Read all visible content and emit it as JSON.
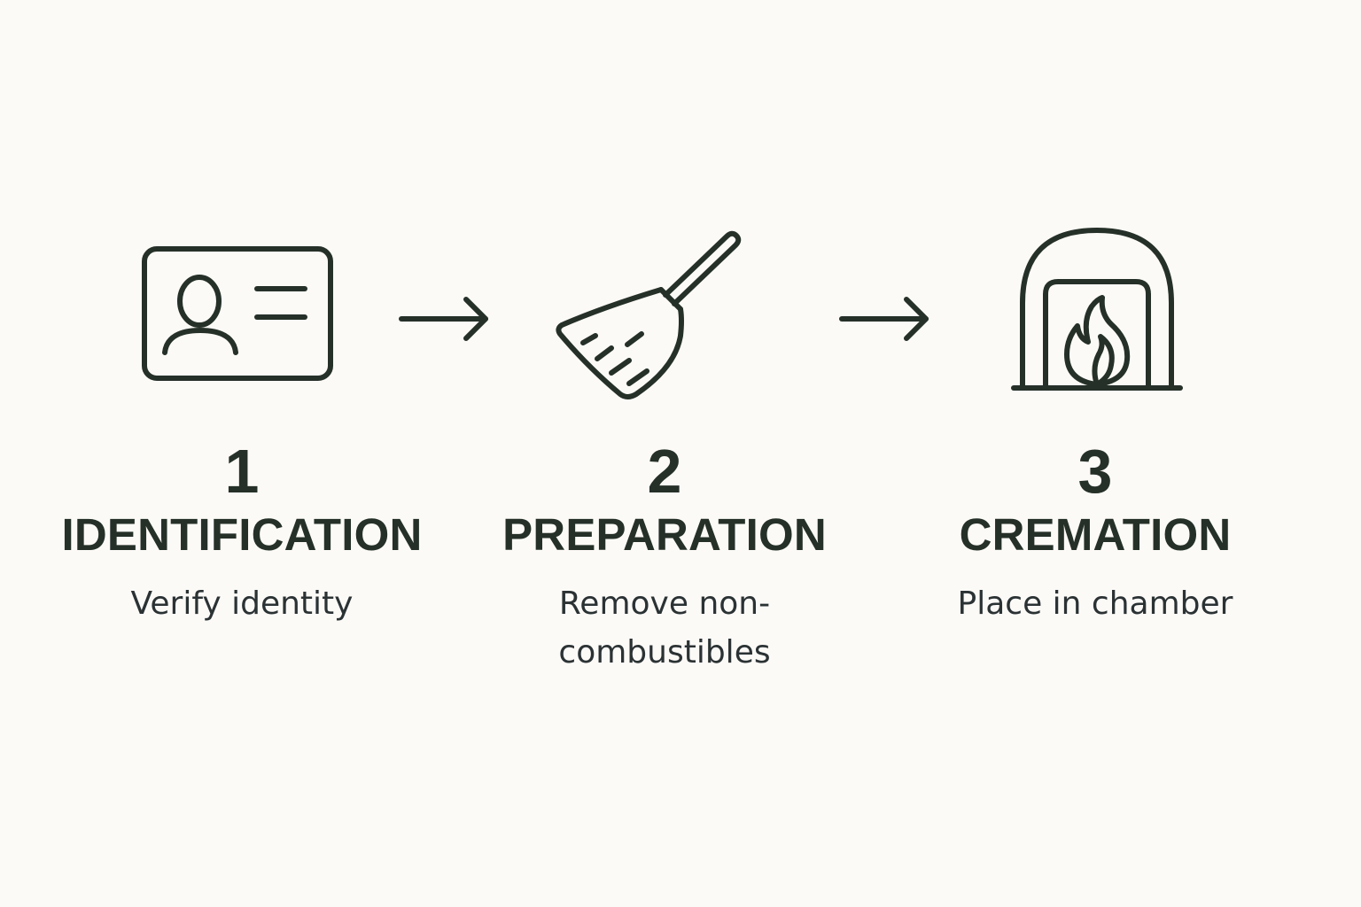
{
  "steps": [
    {
      "number": "1",
      "title": "IDENTIFICATION",
      "description": "Verify identity",
      "icon": "id-card-icon"
    },
    {
      "number": "2",
      "title": "PREPARATION",
      "description": "Remove non-\ncombustibles",
      "icon": "broom-icon"
    },
    {
      "number": "3",
      "title": "CREMATION",
      "description": "Place in chamber",
      "icon": "fireplace-flame-icon"
    }
  ],
  "colors": {
    "background": "#fcfaf7",
    "ink": "#253029",
    "text": "#2b3234"
  }
}
